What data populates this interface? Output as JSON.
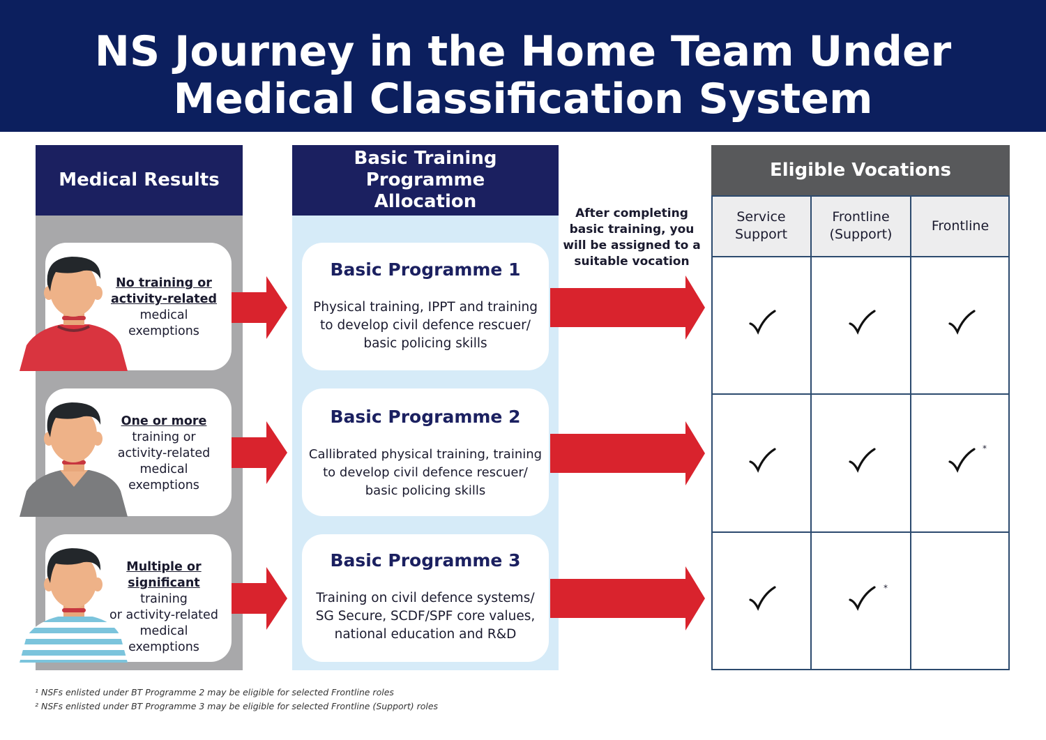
{
  "header": {
    "title_line1": "NS Journey in the Home Team Under",
    "title_line2": "Medical Classification System"
  },
  "columns": {
    "medical_results": "Medical Results",
    "bt_line1": "Basic Training Programme",
    "bt_line2": "Allocation",
    "eligible_vocations": "Eligible Vocations"
  },
  "medical_results": [
    {
      "underlined_1": "No training or",
      "underlined_2": "activity-related",
      "rest_1": "medical",
      "rest_2": "exemptions"
    },
    {
      "underlined_1": "One or more",
      "rest_1": "training or",
      "rest_2": "activity-related",
      "rest_3": "medical",
      "rest_4": "exemptions"
    },
    {
      "underlined_1": "Multiple or",
      "underlined_2": "significant",
      "rest_0": " training",
      "rest_1": "or activity-related",
      "rest_2": "medical",
      "rest_3": "exemptions"
    }
  ],
  "programmes": [
    {
      "title": "Basic Programme 1",
      "desc_1": "Physical training, IPPT and training",
      "desc_2": "to develop civil defence rescuer/",
      "desc_3": "basic policing skills"
    },
    {
      "title": "Basic Programme 2",
      "desc_1": "Callibrated physical training, training",
      "desc_2": "to develop civil defence rescuer/",
      "desc_3": "basic policing skills"
    },
    {
      "title": "Basic Programme 3",
      "desc_1": "Training on civil defence systems/",
      "desc_2": "SG Secure, SCDF/SPF core values,",
      "desc_3": "national education and R&D"
    }
  ],
  "assignment_note": {
    "line_1": "After completing",
    "line_2": "basic training, you",
    "line_3": "will be assigned to a",
    "line_4": "suitable vocation"
  },
  "vocations": {
    "col_1_a": "Service",
    "col_1_b": "Support",
    "col_2_a": "Frontline",
    "col_2_b": "(Support)",
    "col_3": "Frontline"
  },
  "eligibility": [
    [
      true,
      true,
      true
    ],
    [
      true,
      true,
      true
    ],
    [
      true,
      true,
      false
    ]
  ],
  "asterisk": "*",
  "footnotes": {
    "note_1": "¹ NSFs enlisted under BT Programme 2 may be eligible for selected Frontline roles",
    "note_2": "² NSFs enlisted under BT Programme 3 may be eligible for selected Frontline (Support) roles"
  },
  "colors": {
    "header_bg": "#0c1f5e",
    "column_head_bg": "#1b2060",
    "arrow_red": "#d9232d",
    "vocations_head_bg": "#58595b",
    "shirt_1": "#d9343f",
    "shirt_2": "#7b7c7e",
    "shirt_3_stripe": "#7bc4dc"
  }
}
